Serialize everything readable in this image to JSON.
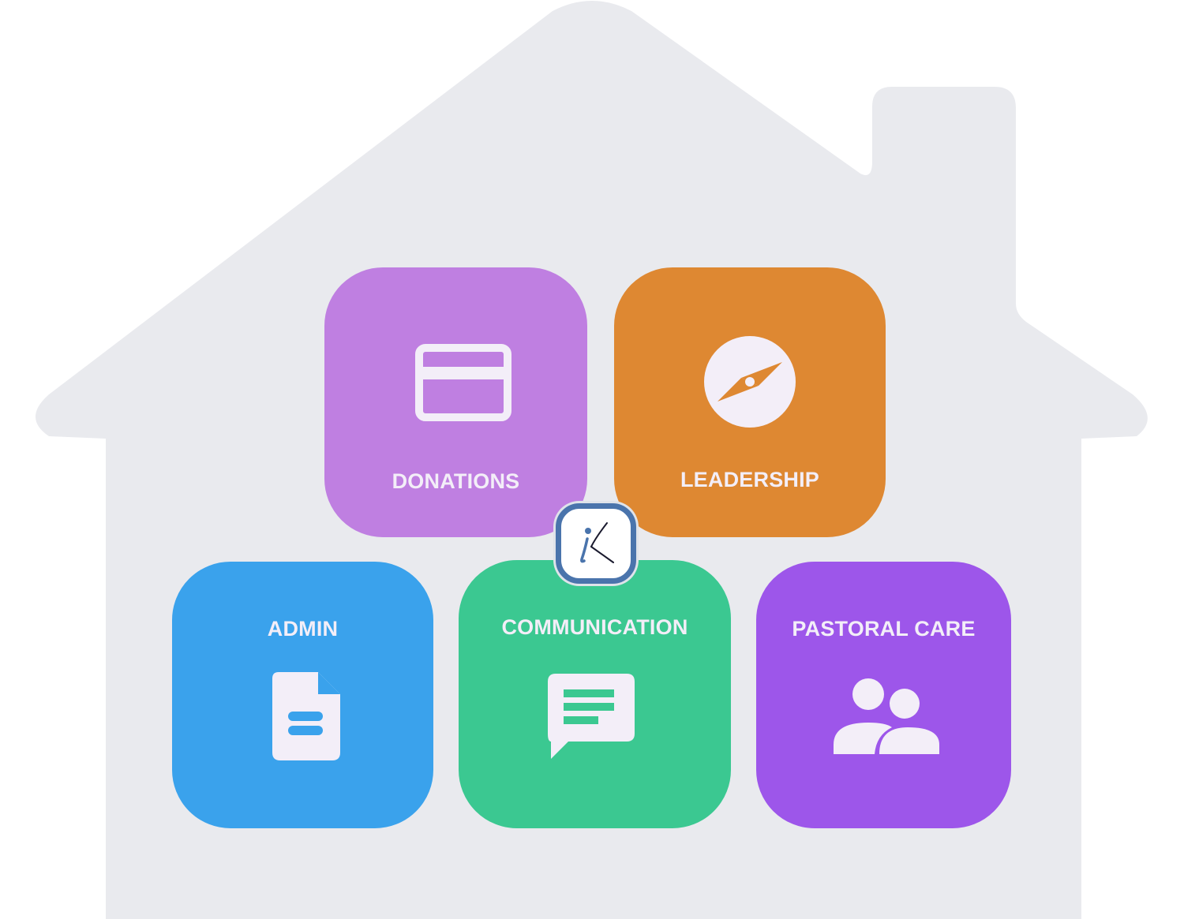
{
  "colors": {
    "house": "#e9eaee",
    "donations": "#bf7fe1",
    "leadership": "#de8832",
    "admin": "#3aa2ec",
    "communication": "#3bc891",
    "pastoral_care": "#9d56ea",
    "label_text": "#f3eef8",
    "logo_border": "#4a74ac"
  },
  "tiles": [
    {
      "id": "donations",
      "label": "DONATIONS",
      "icon": "credit-card-icon"
    },
    {
      "id": "leadership",
      "label": "LEADERSHIP",
      "icon": "compass-icon"
    },
    {
      "id": "admin",
      "label": "ADMIN",
      "icon": "document-icon"
    },
    {
      "id": "communication",
      "label": "COMMUNICATION",
      "icon": "chat-bubble-icon"
    },
    {
      "id": "pastoral_care",
      "label": "PASTORAL CARE",
      "icon": "people-icon"
    }
  ],
  "logo": {
    "icon": "ik-logo-icon"
  }
}
